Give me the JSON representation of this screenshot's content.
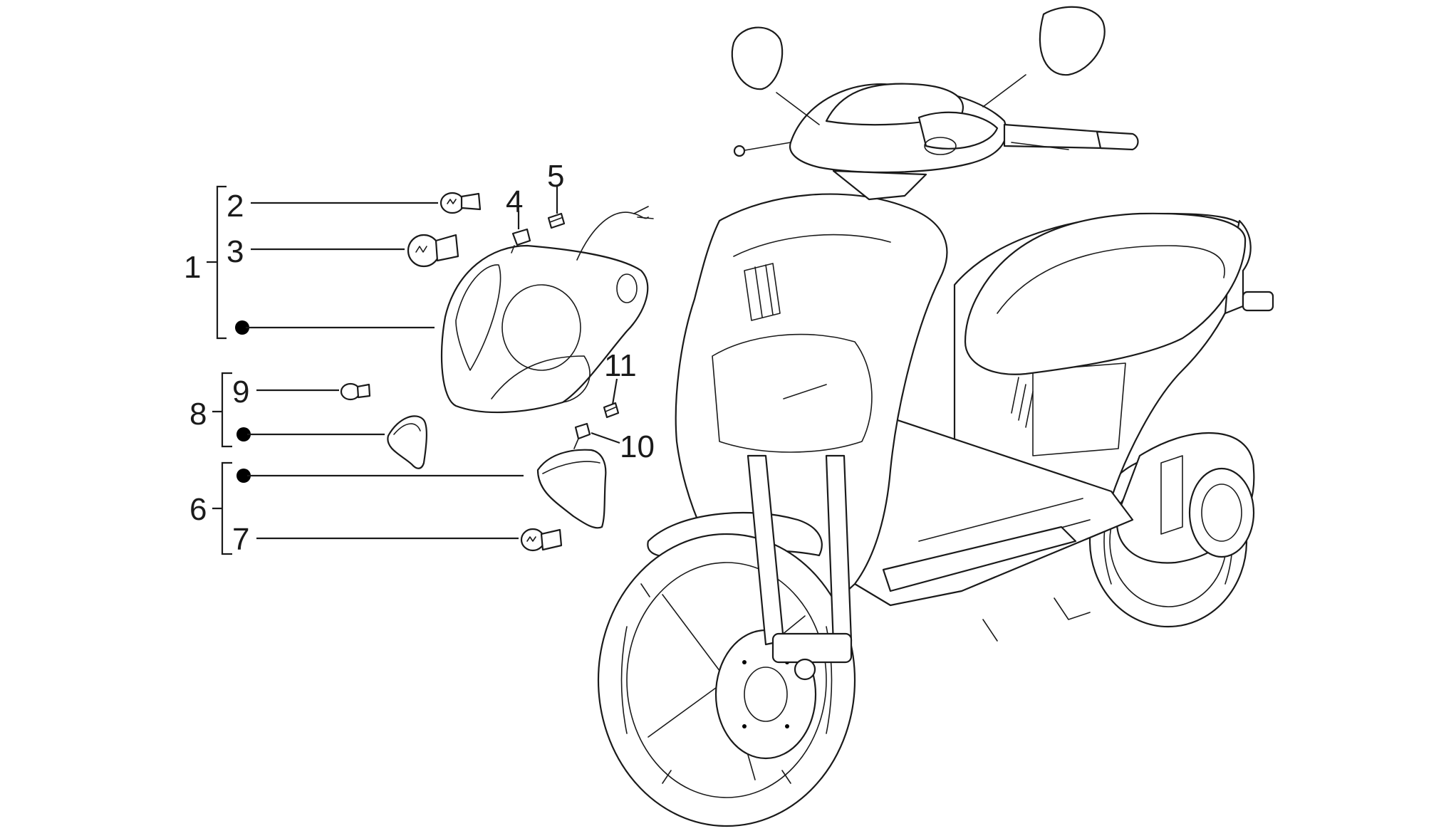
{
  "diagram": {
    "callouts": [
      {
        "id": "1",
        "text": "1"
      },
      {
        "id": "2",
        "text": "2"
      },
      {
        "id": "3",
        "text": "3"
      },
      {
        "id": "4",
        "text": "4"
      },
      {
        "id": "5",
        "text": "5"
      },
      {
        "id": "6",
        "text": "6"
      },
      {
        "id": "7",
        "text": "7"
      },
      {
        "id": "8",
        "text": "8"
      },
      {
        "id": "9",
        "text": "9"
      },
      {
        "id": "10",
        "text": "10"
      },
      {
        "id": "11",
        "text": "11"
      }
    ],
    "colors": {
      "line": "#1a1a1a",
      "background": "#ffffff"
    }
  }
}
